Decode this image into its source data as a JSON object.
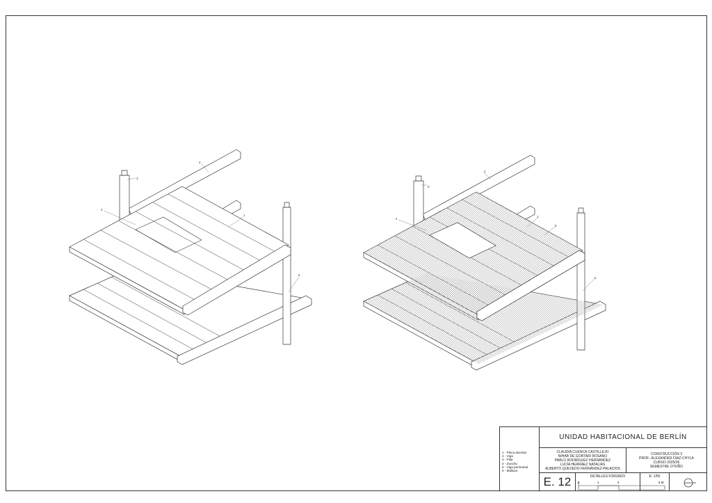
{
  "title_block": {
    "project_title": "UNIDAD HABITACIONAL DE BERLÍN",
    "legend": [
      "1 - Placa alveolar",
      "2 - Viga",
      "3 - Pilar",
      "4 - Zuncho",
      "5 - Viga perimetral",
      "6 - Mallazo"
    ],
    "authors": [
      "CLAUDIA CUENCA CASTILLEJO",
      "NIHAB DE GORTARI ROSANO",
      "PABLO RODRÍGUEZ HERNÁNDEZ",
      "LUCÍA HERRÁEZ NATALÍAS",
      "ALBERTO QUEVEDO FERNÁNDEZ-PALACIOS"
    ],
    "course": [
      "CONSTRUCCIÓN 3",
      "PROF.: ALEXANDER DIAZ-CHYLA",
      "CURSO 2025/26",
      "SEMESTRE OTOÑO"
    ],
    "sheet_number": "E. 12",
    "sheet_name": "DETALLES FORJADO",
    "scale": "E: 1/50",
    "scale_bar_ticks": [
      "0",
      "1",
      "2",
      "5 M"
    ]
  },
  "callouts": {
    "left": [
      "1",
      "2",
      "3",
      "4",
      "5"
    ],
    "right": [
      "1",
      "2",
      "3",
      "4",
      "5",
      "6"
    ]
  }
}
